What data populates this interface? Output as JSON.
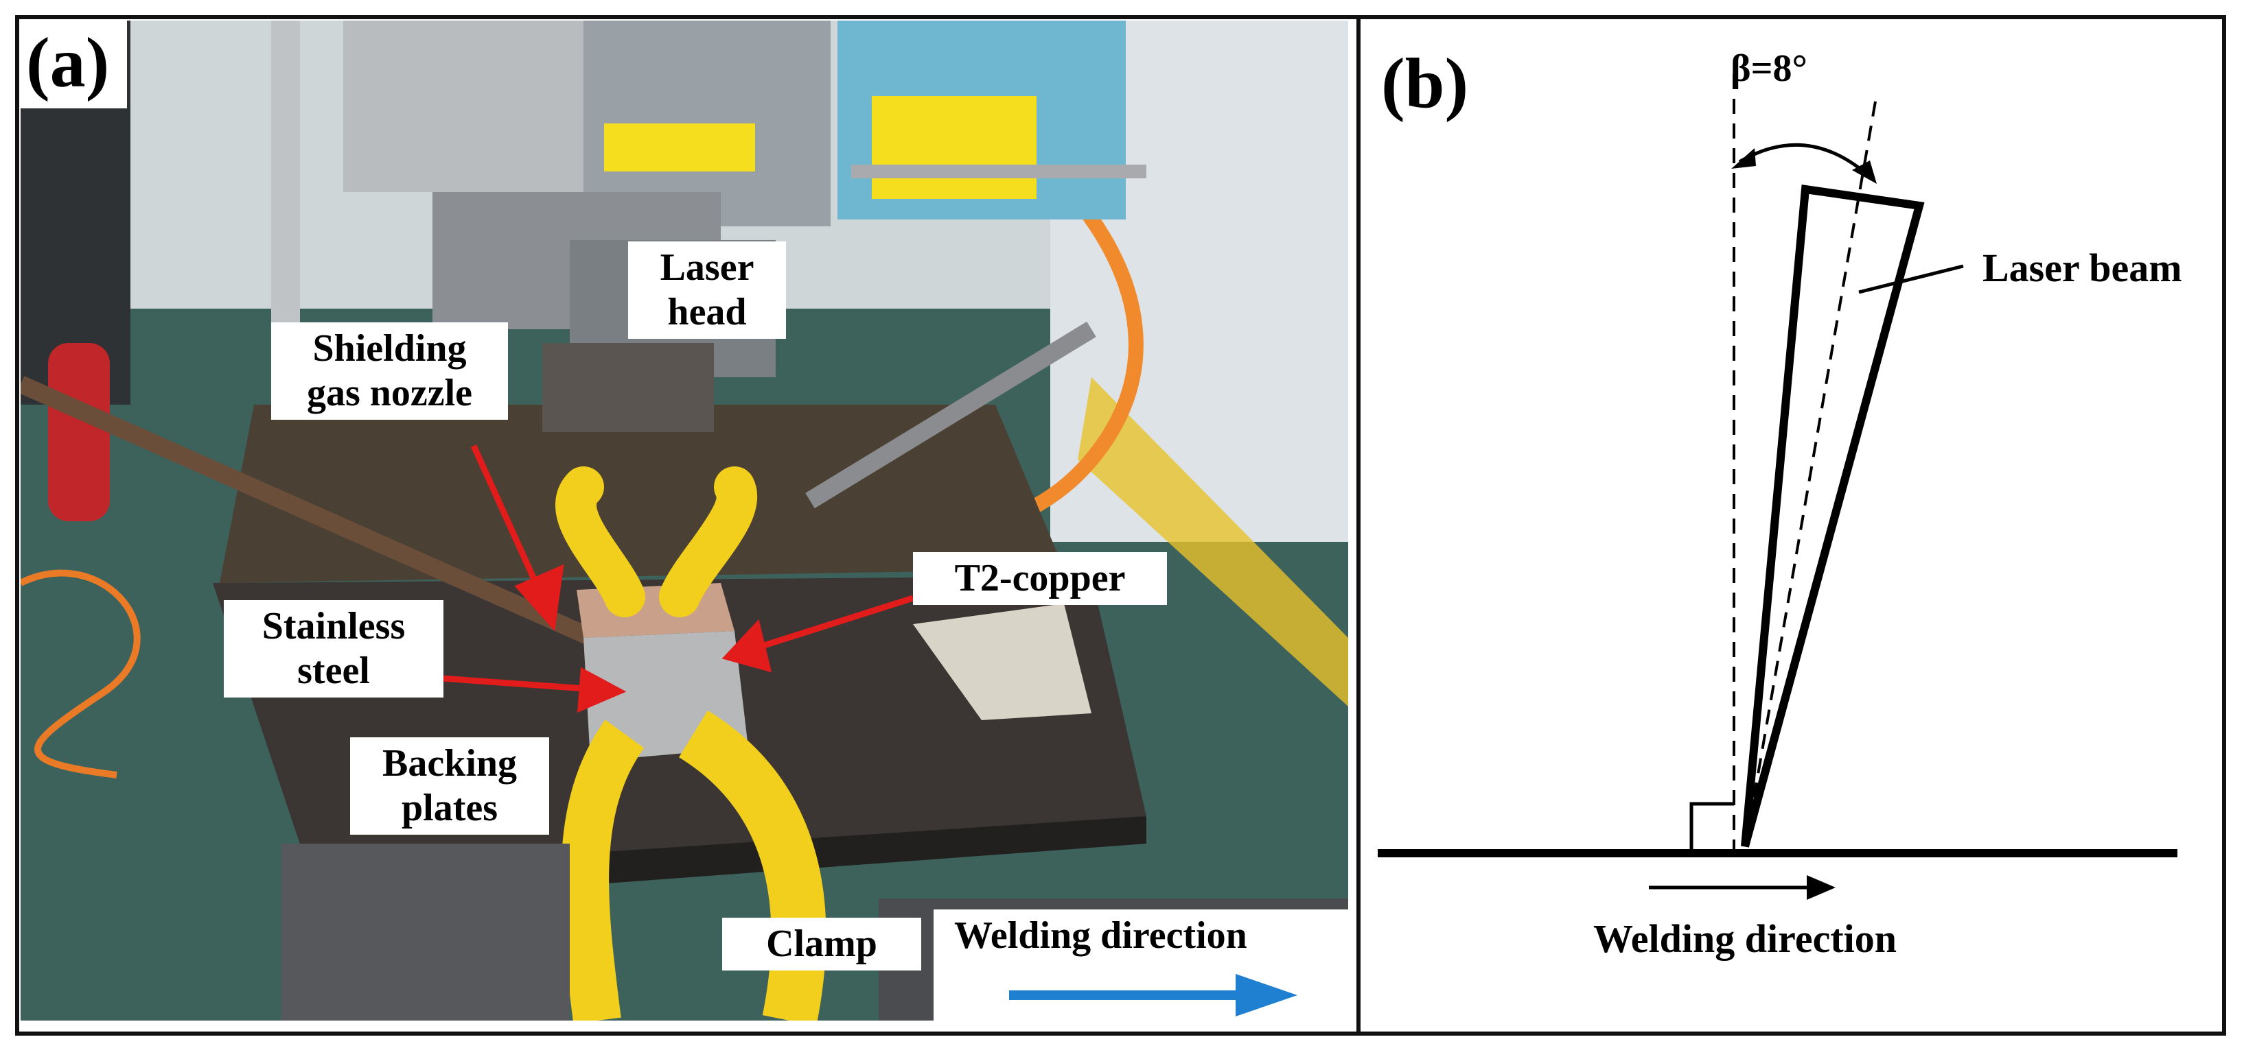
{
  "panel_a": {
    "tag": "(a)",
    "labels": {
      "laser_head": "Laser\nhead",
      "shielding_gas_nozzle": "Shielding\ngas nozzle",
      "t2_copper": "T2-copper",
      "stainless_steel": "Stainless\nsteel",
      "backing_plates": "Backing\nplates",
      "clamp": "Clamp",
      "welding_direction": "Welding direction"
    },
    "colors": {
      "arrow_red": "#e21b1b",
      "direction_blue": "#1f7fd0",
      "clamp_yellow": "#f2cf1d"
    }
  },
  "panel_b": {
    "tag": "(b)",
    "angle_label": "β=8°",
    "laser_beam_label": "Laser beam",
    "welding_direction_label": "Welding direction"
  }
}
